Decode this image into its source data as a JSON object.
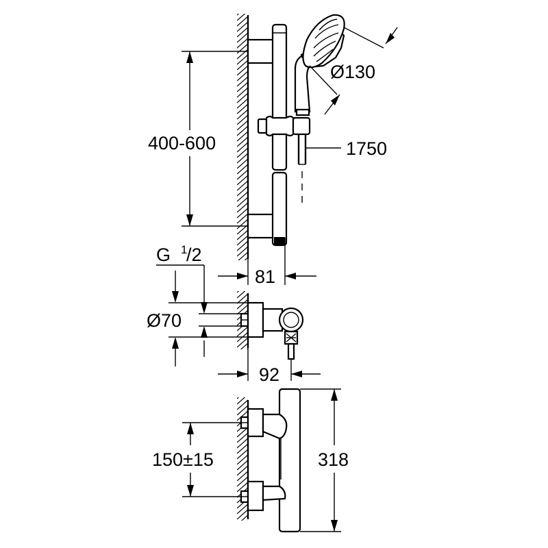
{
  "labels": {
    "rail_height": "400-600",
    "head_diameter": "Ø130",
    "hose_length": "1750",
    "rail_offset": "81",
    "thread_main": "G ",
    "thread_num": "1",
    "thread_den": "/2",
    "rosette_diameter": "Ø70",
    "outlet_offset": "92",
    "inlet_spacing": "150±15",
    "thermostat_height": "318"
  }
}
